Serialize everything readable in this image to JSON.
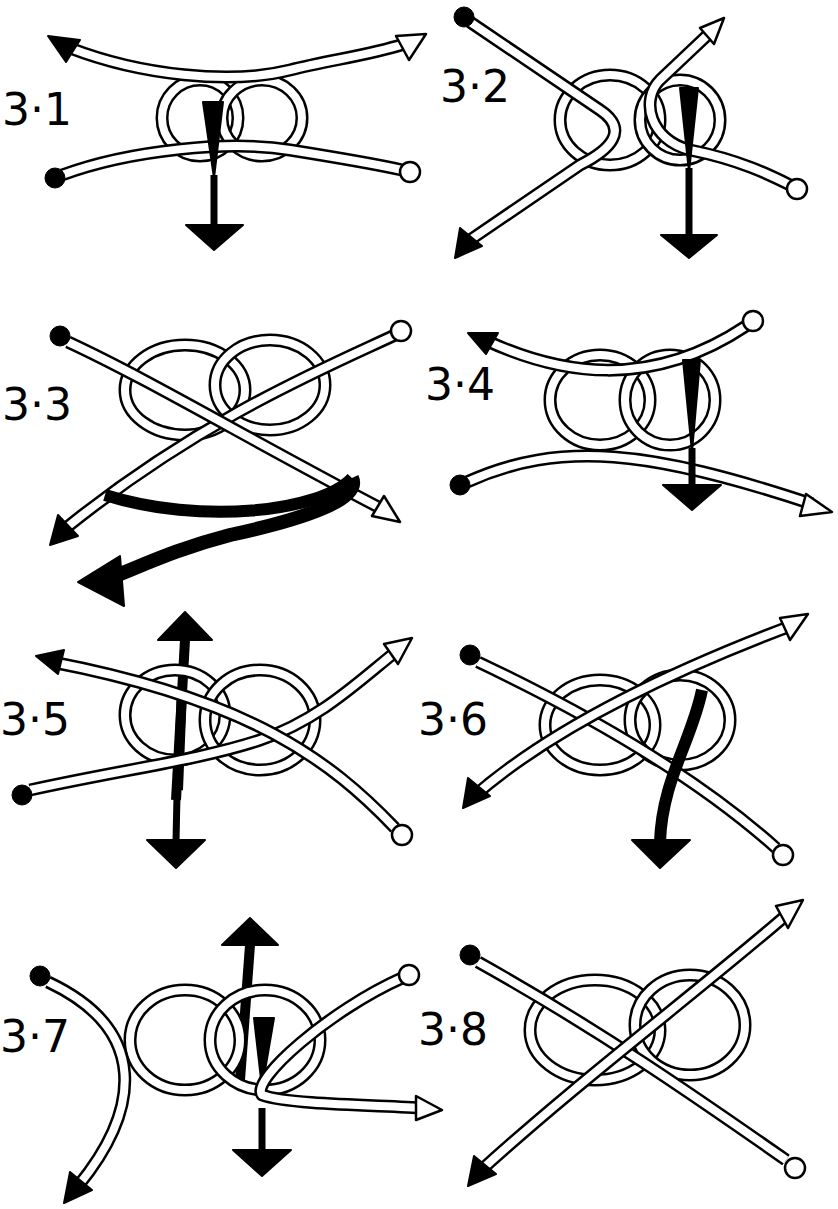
{
  "diagram": {
    "labels": [
      "3·1",
      "3·2",
      "3·3",
      "3·4",
      "3·5",
      "3·6",
      "3·7",
      "3·8"
    ]
  }
}
